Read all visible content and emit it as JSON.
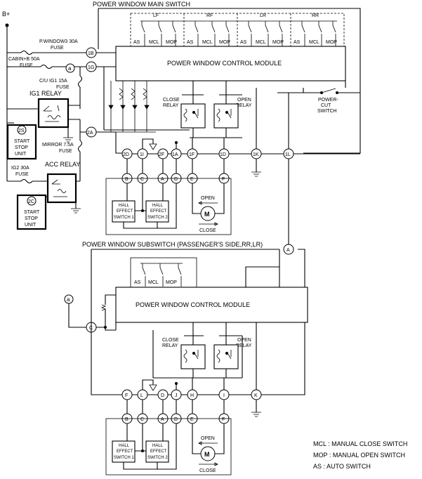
{
  "power_label": "B+",
  "main_switch": {
    "title": "POWER WINDOW MAIN SWITCH",
    "control_module": "POWER WINDOW CONTROL MODULE",
    "groups": [
      "LF",
      "RF",
      "LR",
      "RR"
    ],
    "switch_labels": [
      "AS",
      "MCL",
      "MOP"
    ],
    "close_relay": [
      "CLOSE",
      "RELAY"
    ],
    "open_relay": [
      "OPEN",
      "RELAY"
    ],
    "power_cut_switch": [
      "POWER-",
      "CUT",
      "SWITCH"
    ],
    "input_terminals": [
      "1B",
      "1G",
      "2A"
    ],
    "bottom_terminals": [
      "2D",
      "1I",
      "2F",
      "1A",
      "1F",
      "1D",
      "1K",
      "1L"
    ],
    "motor_terminals": [
      "B",
      "C",
      "A",
      "D",
      "E",
      "F"
    ]
  },
  "fuses": {
    "pwindow": [
      "P.WINDOW3 30A",
      "FUSE"
    ],
    "cabin": [
      "CABIN+B 50A",
      "FUSE"
    ],
    "cu_ig1": [
      "C/U IG1 15A",
      "FUSE"
    ],
    "mirror": [
      "MIRROR 7.5A",
      "FUSE"
    ],
    "ig2": [
      "IG2 30A",
      "FUSE"
    ]
  },
  "relays": {
    "ig1": "IG1 RELAY",
    "acc": "ACC RELAY"
  },
  "start_stop_units": [
    {
      "connector": "2S",
      "label": [
        "START",
        "STOP",
        "UNIT"
      ]
    },
    {
      "connector": "2C",
      "label": [
        "START",
        "STOP",
        "UNIT"
      ]
    }
  ],
  "junction": "a",
  "motor": {
    "symbol": "M",
    "open_label": "OPEN",
    "close_label": "CLOSE",
    "hall_1": [
      "HALL",
      "EFFECT",
      "SWITCH 1"
    ],
    "hall_2": [
      "HALL",
      "EFFECT",
      "SWITCH 2"
    ]
  },
  "subswitch": {
    "title": "POWER WINDOW SUBSWITCH (PASSENGER'S SIDE,RR,LR)",
    "control_module": "POWER WINDOW CONTROL MODULE",
    "switch_labels": [
      "AS",
      "MCL",
      "MOP"
    ],
    "close_relay": [
      "CLOSE",
      "RELAY"
    ],
    "open_relay": [
      "OPEN",
      "RELAY"
    ],
    "terminal_a": "A",
    "terminal_c": "C",
    "bottom_terminals": [
      "F",
      "L",
      "D",
      "J",
      "H",
      "I",
      "K"
    ],
    "motor_terminals": [
      "B",
      "C",
      "A",
      "D",
      "E",
      "F"
    ]
  },
  "legend": [
    "MCL : MANUAL CLOSE SWITCH",
    "MOP : MANUAL OPEN SWITCH",
    "AS : AUTO SWITCH"
  ]
}
